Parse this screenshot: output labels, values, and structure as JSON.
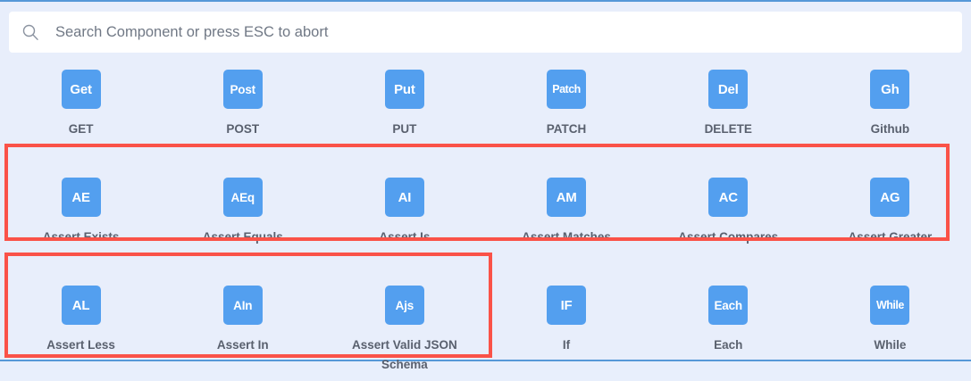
{
  "theme": {
    "background": "#e8eefb",
    "border_blue": "#5698d8",
    "tile_blue": "#539fef",
    "label_gray": "#59606e",
    "annotation_red": "#fa5248",
    "search_background": "#ffffff"
  },
  "search": {
    "placeholder": "Search Component or press ESC to abort",
    "value": "",
    "icon": "search-icon"
  },
  "palette": {
    "rows": [
      {
        "row_name": "http-methods",
        "items": [
          {
            "abbr": "Get",
            "label": "GET"
          },
          {
            "abbr": "Post",
            "label": "POST"
          },
          {
            "abbr": "Put",
            "label": "PUT"
          },
          {
            "abbr": "Patch",
            "label": "PATCH"
          },
          {
            "abbr": "Del",
            "label": "DELETE"
          },
          {
            "abbr": "Gh",
            "label": "Github"
          }
        ]
      },
      {
        "row_name": "assertions-1",
        "items": [
          {
            "abbr": "AE",
            "label": "Assert Exists"
          },
          {
            "abbr": "AEq",
            "label": "Assert Equals"
          },
          {
            "abbr": "AI",
            "label": "Assert Is"
          },
          {
            "abbr": "AM",
            "label": "Assert Matches"
          },
          {
            "abbr": "AC",
            "label": "Assert Compares"
          },
          {
            "abbr": "AG",
            "label": "Assert Greater"
          }
        ]
      },
      {
        "row_name": "assertions-2-and-control-flow",
        "items": [
          {
            "abbr": "AL",
            "label": "Assert Less"
          },
          {
            "abbr": "AIn",
            "label": "Assert In"
          },
          {
            "abbr": "Ajs",
            "label": "Assert Valid JSON Schema"
          },
          {
            "abbr": "IF",
            "label": "If"
          },
          {
            "abbr": "Each",
            "label": "Each"
          },
          {
            "abbr": "While",
            "label": "While"
          }
        ]
      }
    ]
  },
  "annotations": [
    {
      "name": "highlight-assertions-row",
      "color": "#fa5248"
    },
    {
      "name": "highlight-assertions-partial-row",
      "color": "#fa5248"
    }
  ]
}
